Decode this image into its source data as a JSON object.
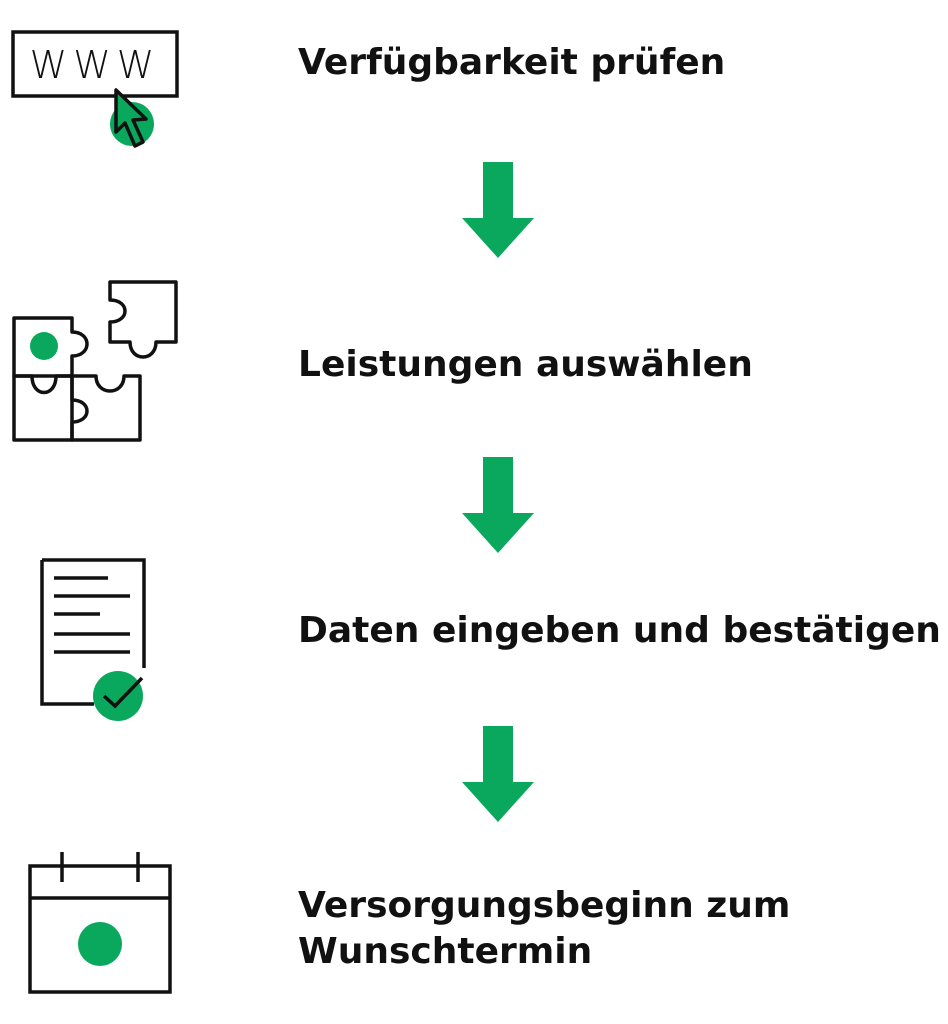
{
  "colors": {
    "accent": "#0aa85c",
    "ink": "#111111"
  },
  "steps": [
    {
      "icon": "www-cursor-icon",
      "icon_text": "WWW",
      "label": "Verfügbarkeit prüfen"
    },
    {
      "icon": "puzzle-icon",
      "label": "Leistungen auswählen"
    },
    {
      "icon": "document-check-icon",
      "label": "Daten eingeben und bestätigen"
    },
    {
      "icon": "calendar-icon",
      "label_line1": "Versorgungsbeginn zum",
      "label_line2": "Wunschtermin"
    }
  ],
  "connectors": [
    "arrow-down-icon",
    "arrow-down-icon",
    "arrow-down-icon"
  ]
}
